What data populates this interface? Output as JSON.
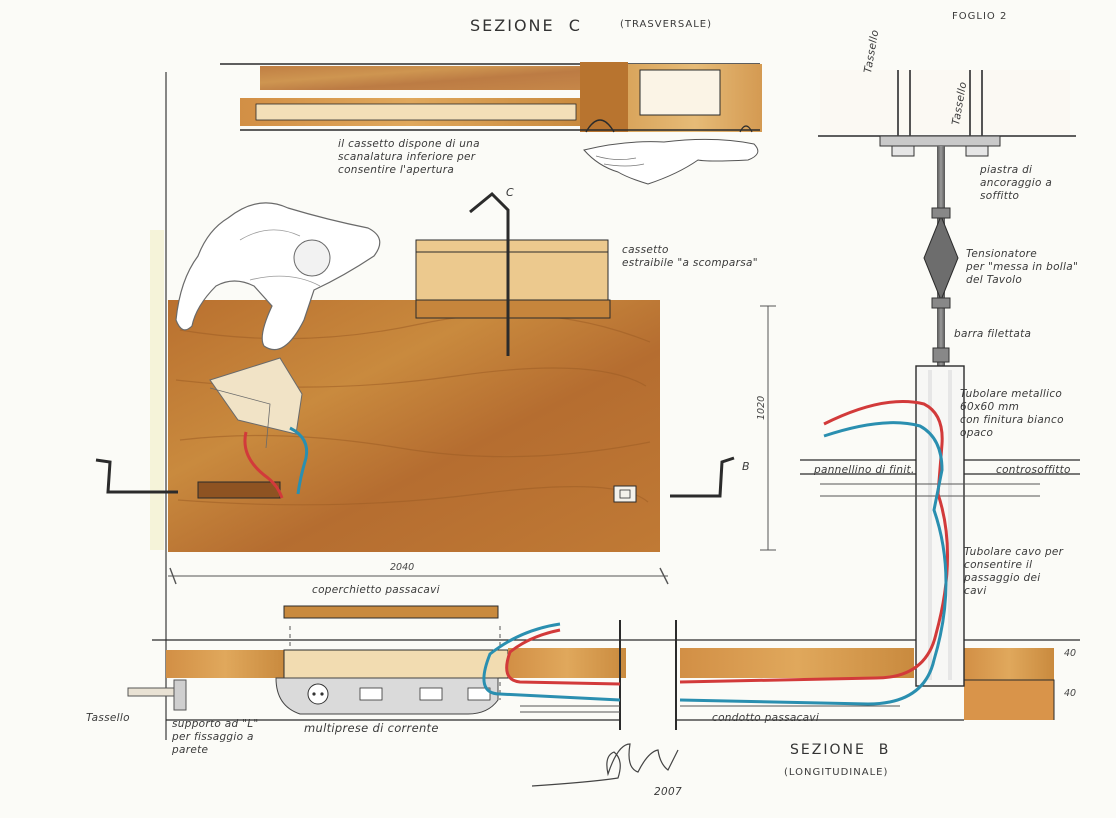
{
  "sheet_label": "FOGLIO 2",
  "section_c": {
    "title": "SEZIONE  C",
    "subtitle": "(TRASVERSALE)"
  },
  "section_b": {
    "title": "SEZIONE  B",
    "subtitle": "(LONGITUDINALE)"
  },
  "markers": {
    "c": "C",
    "b": "B"
  },
  "dimensions": {
    "width": "2040",
    "depth": "1020",
    "h1": "40",
    "h2": "40"
  },
  "notes": {
    "drawer_cut": "il cassetto dispone di una\nscanalatura inferiore per\nconsentire l'apertura",
    "drawer": "cassetto\nestraibile \"a scomparsa\"",
    "cover": "coperchietto passacavi",
    "anchor_plate": "piastra di\nancoraggio a\nsoffitto",
    "tensioner": "Tensionatore\nper \"messa in bolla\"\ndel Tavolo",
    "threaded_bar": "barra filettata",
    "steel_tube": "Tubolare metallico\n60x60 mm\ncon finitura bianco\nopaco",
    "drywall": "pannellino di finit.",
    "false_ceiling": "controsoffitto",
    "hollow_tube": "Tubolare cavo per\nconsentire il\npassaggio dei\ncavi",
    "dowel_top_1": "Tassello",
    "dowel_top_2": "Tassello",
    "dowel_left": "Tassello",
    "l_bracket": "supporto ad \"L\"\nper fissaggio a\nparete",
    "power_strip": "multiprese di corrente",
    "cable_duct": "condotto passacavi"
  },
  "signature_year": "2007",
  "colors": {
    "wood_light": "#e2b46a",
    "wood_mid": "#c98a3e",
    "wood_dark": "#a8632a",
    "cable_red": "#d23a3a",
    "cable_blue": "#2a8fb0",
    "ink": "#2b2b2b",
    "steel": "#6d6d6d"
  }
}
